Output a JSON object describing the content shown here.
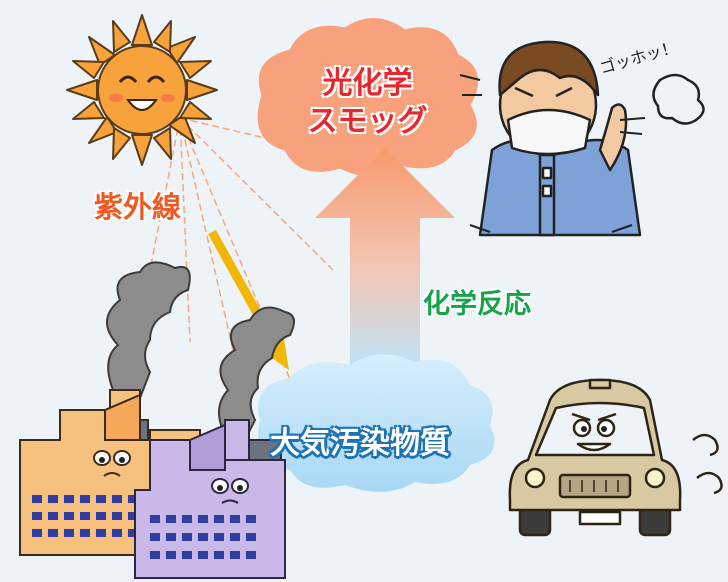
{
  "labels": {
    "smog_line1": "光化学",
    "smog_line2": "スモッグ",
    "uv": "紫外線",
    "chemical_reaction": "化学反応",
    "pollutants": "大気汚染物質",
    "cough_sound": "ゴッホッ！"
  },
  "colors": {
    "background": "#eef3f8",
    "smog_text": "#e8262d",
    "uv_text": "#ef5a24",
    "reaction_text": "#16a34a",
    "pollutant_outline": "#1f74b8",
    "sun": "#f7a23a",
    "smog_cloud": "#f7a27c",
    "pollutant_cloud": "#bfe3f8"
  },
  "icons": [
    "sun-icon",
    "factory-icon",
    "car-icon",
    "coughing-person-icon",
    "smoke-icon",
    "arrow-up-icon",
    "uv-arrow-icon"
  ]
}
